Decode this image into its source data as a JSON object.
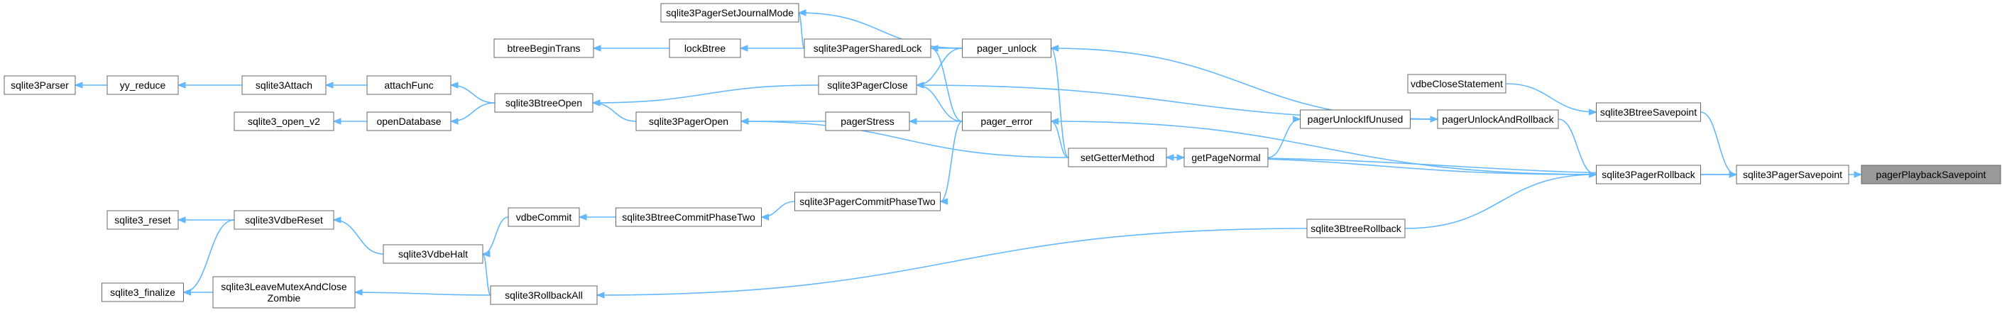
{
  "colors": {
    "edge": "#63b8ff",
    "node_border": "#666666",
    "root_fill": "#999999",
    "node_fill": "#ffffff"
  },
  "nodes": [
    {
      "id": "pagerPlaybackSavepoint",
      "label": "pagerPlaybackSavepoint",
      "root": true
    },
    {
      "id": "sqlite3PagerSavepoint",
      "label": "sqlite3PagerSavepoint"
    },
    {
      "id": "sqlite3BtreeSavepoint",
      "label": "sqlite3BtreeSavepoint"
    },
    {
      "id": "vdbeCloseStatement",
      "label": "vdbeCloseStatement"
    },
    {
      "id": "sqlite3PagerRollback",
      "label": "sqlite3PagerRollback"
    },
    {
      "id": "sqlite3BtreeRollback",
      "label": "sqlite3BtreeRollback"
    },
    {
      "id": "pagerUnlockAndRollback",
      "label": "pagerUnlockAndRollback"
    },
    {
      "id": "pagerUnlockIfUnused",
      "label": "pagerUnlockIfUnused"
    },
    {
      "id": "getPageNormal",
      "label": "getPageNormal"
    },
    {
      "id": "setGetterMethod",
      "label": "setGetterMethod"
    },
    {
      "id": "pager_unlock",
      "label": "pager_unlock"
    },
    {
      "id": "pager_error",
      "label": "pager_error"
    },
    {
      "id": "sqlite3PagerSetJournalMode",
      "label": "sqlite3PagerSetJournalMode"
    },
    {
      "id": "sqlite3PagerSharedLock",
      "label": "sqlite3PagerSharedLock"
    },
    {
      "id": "sqlite3PagerClose",
      "label": "sqlite3PagerClose"
    },
    {
      "id": "pagerStress",
      "label": "pagerStress"
    },
    {
      "id": "sqlite3PagerOpen",
      "label": "sqlite3PagerOpen"
    },
    {
      "id": "sqlite3PagerCommitPhaseTwo",
      "label": "sqlite3PagerCommitPhaseTwo"
    },
    {
      "id": "lockBtree",
      "label": "lockBtree"
    },
    {
      "id": "btreeBeginTrans",
      "label": "btreeBeginTrans"
    },
    {
      "id": "sqlite3BtreeOpen",
      "label": "sqlite3BtreeOpen"
    },
    {
      "id": "attachFunc",
      "label": "attachFunc"
    },
    {
      "id": "sqlite3Attach",
      "label": "sqlite3Attach"
    },
    {
      "id": "yy_reduce",
      "label": "yy_reduce"
    },
    {
      "id": "sqlite3Parser",
      "label": "sqlite3Parser"
    },
    {
      "id": "openDatabase",
      "label": "openDatabase"
    },
    {
      "id": "sqlite3_open_v2",
      "label": "sqlite3_open_v2"
    },
    {
      "id": "sqlite3BtreeCommitPhaseTwo",
      "label": "sqlite3BtreeCommitPhaseTwo"
    },
    {
      "id": "vdbeCommit",
      "label": "vdbeCommit"
    },
    {
      "id": "sqlite3VdbeHalt",
      "label": "sqlite3VdbeHalt"
    },
    {
      "id": "sqlite3VdbeReset",
      "label": "sqlite3VdbeReset"
    },
    {
      "id": "sqlite3_reset",
      "label": "sqlite3_reset"
    },
    {
      "id": "sqlite3_finalize",
      "label": "sqlite3_finalize"
    },
    {
      "id": "sqlite3LeaveMutexAndCloseZombie",
      "label": "sqlite3LeaveMutexAndClose\nZombie"
    },
    {
      "id": "sqlite3RollbackAll",
      "label": "sqlite3RollbackAll"
    }
  ],
  "edges": [
    [
      "sqlite3PagerSavepoint",
      "pagerPlaybackSavepoint"
    ],
    [
      "sqlite3BtreeSavepoint",
      "sqlite3PagerSavepoint"
    ],
    [
      "sqlite3PagerRollback",
      "sqlite3PagerSavepoint"
    ],
    [
      "vdbeCloseStatement",
      "sqlite3BtreeSavepoint"
    ],
    [
      "pagerUnlockAndRollback",
      "sqlite3PagerRollback"
    ],
    [
      "sqlite3BtreeRollback",
      "sqlite3PagerRollback"
    ],
    [
      "pagerUnlockIfUnused",
      "pagerUnlockAndRollback"
    ],
    [
      "getPageNormal",
      "pagerUnlockIfUnused"
    ],
    [
      "setGetterMethod",
      "getPageNormal"
    ],
    [
      "sqlite3PagerRollback",
      "setGetterMethod"
    ],
    [
      "sqlite3PagerSavepoint",
      "setGetterMethod"
    ],
    [
      "pagerUnlockAndRollback",
      "pager_unlock"
    ],
    [
      "sqlite3PagerRollback",
      "pager_error"
    ],
    [
      "setGetterMethod",
      "pager_unlock"
    ],
    [
      "setGetterMethod",
      "pager_error"
    ],
    [
      "pager_unlock",
      "sqlite3PagerSetJournalMode"
    ],
    [
      "pager_unlock",
      "sqlite3PagerSharedLock"
    ],
    [
      "pager_unlock",
      "sqlite3PagerClose"
    ],
    [
      "pager_error",
      "sqlite3PagerSharedLock"
    ],
    [
      "pager_error",
      "sqlite3PagerClose"
    ],
    [
      "pager_error",
      "pagerStress"
    ],
    [
      "pager_error",
      "sqlite3PagerCommitPhaseTwo"
    ],
    [
      "setGetterMethod",
      "sqlite3PagerOpen"
    ],
    [
      "pagerUnlockAndRollback",
      "sqlite3PagerClose"
    ],
    [
      "sqlite3PagerSharedLock",
      "sqlite3PagerSetJournalMode"
    ],
    [
      "sqlite3PagerSharedLock",
      "lockBtree"
    ],
    [
      "lockBtree",
      "btreeBeginTrans"
    ],
    [
      "sqlite3PagerClose",
      "sqlite3BtreeOpen"
    ],
    [
      "pagerStress",
      "sqlite3PagerOpen"
    ],
    [
      "sqlite3PagerOpen",
      "sqlite3BtreeOpen"
    ],
    [
      "sqlite3BtreeOpen",
      "attachFunc"
    ],
    [
      "sqlite3BtreeOpen",
      "openDatabase"
    ],
    [
      "attachFunc",
      "sqlite3Attach"
    ],
    [
      "sqlite3Attach",
      "yy_reduce"
    ],
    [
      "yy_reduce",
      "sqlite3Parser"
    ],
    [
      "openDatabase",
      "sqlite3_open_v2"
    ],
    [
      "sqlite3PagerCommitPhaseTwo",
      "sqlite3BtreeCommitPhaseTwo"
    ],
    [
      "sqlite3BtreeCommitPhaseTwo",
      "vdbeCommit"
    ],
    [
      "vdbeCommit",
      "sqlite3VdbeHalt"
    ],
    [
      "sqlite3VdbeHalt",
      "sqlite3VdbeReset"
    ],
    [
      "sqlite3VdbeReset",
      "sqlite3_reset"
    ],
    [
      "sqlite3VdbeReset",
      "sqlite3_finalize"
    ],
    [
      "sqlite3BtreeRollback",
      "sqlite3RollbackAll"
    ],
    [
      "sqlite3RollbackAll",
      "sqlite3VdbeHalt"
    ],
    [
      "sqlite3RollbackAll",
      "sqlite3LeaveMutexAndCloseZombie"
    ],
    [
      "sqlite3LeaveMutexAndCloseZombie",
      "sqlite3_finalize"
    ]
  ]
}
